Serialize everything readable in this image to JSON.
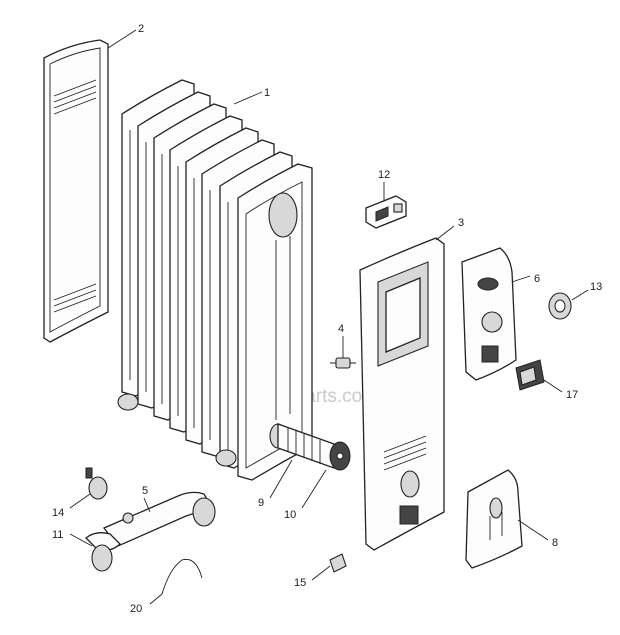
{
  "watermark": "eReplacementParts.com",
  "callouts": {
    "c1": "1",
    "c2": "2",
    "c3": "3",
    "c4": "4",
    "c5": "5",
    "c6": "6",
    "c7": "17",
    "c8": "8",
    "c9": "9",
    "c10": "10",
    "c11": "11",
    "c12": "12",
    "c13": "13",
    "c14": "14",
    "c15": "15",
    "c20": "20"
  },
  "parts": [
    {
      "num": "1",
      "name": "radiator-fin-block-icon"
    },
    {
      "num": "2",
      "name": "side-panel-icon"
    },
    {
      "num": "3",
      "name": "control-housing-icon"
    },
    {
      "num": "4",
      "name": "thermal-fuse-icon"
    },
    {
      "num": "5",
      "name": "rear-foot-bracket-icon"
    },
    {
      "num": "6",
      "name": "control-panel-cover-icon"
    },
    {
      "num": "8",
      "name": "cord-cover-icon"
    },
    {
      "num": "9",
      "name": "heating-element-gasket-icon"
    },
    {
      "num": "10",
      "name": "heating-element-icon"
    },
    {
      "num": "11",
      "name": "front-foot-bracket-icon"
    },
    {
      "num": "12",
      "name": "thermostat-icon"
    },
    {
      "num": "13",
      "name": "knob-icon"
    },
    {
      "num": "14",
      "name": "caster-wheel-icon"
    },
    {
      "num": "15",
      "name": "cord-clip-icon"
    },
    {
      "num": "17",
      "name": "rocker-switch-icon"
    },
    {
      "num": "20",
      "name": "wire-clip-icon"
    }
  ]
}
